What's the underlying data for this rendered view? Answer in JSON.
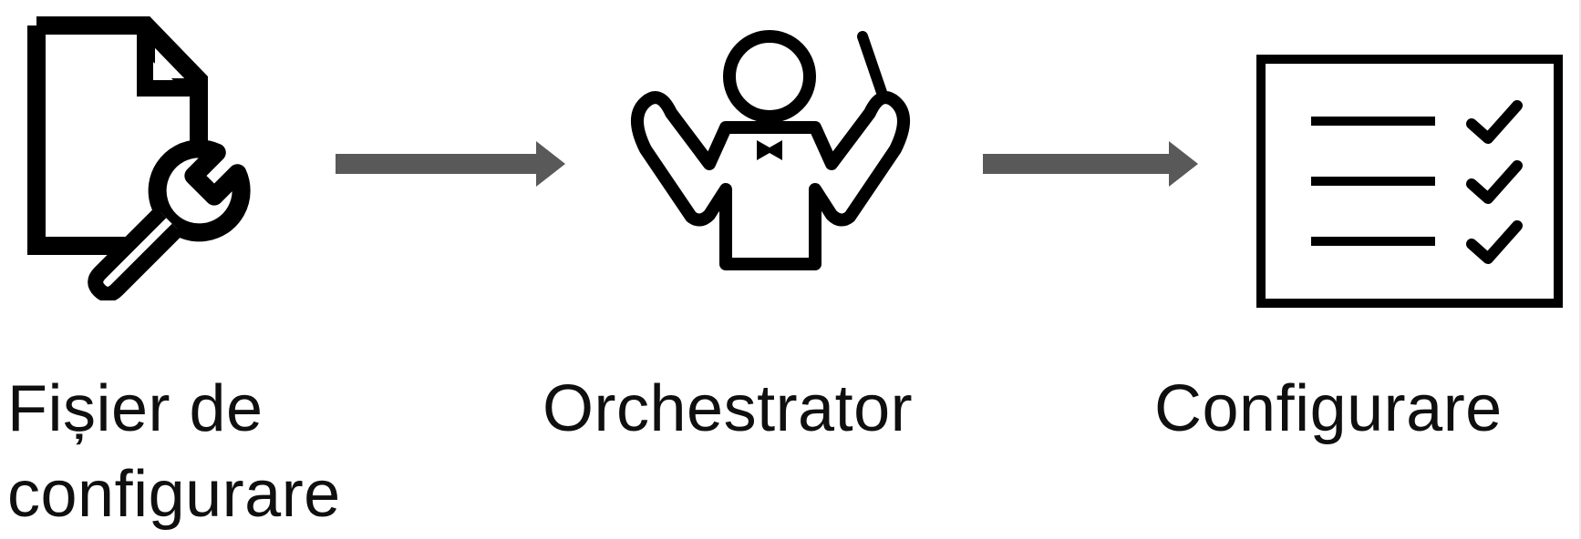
{
  "diagram": {
    "nodes": [
      {
        "id": "config-file",
        "label_lines": [
          "Fișier de",
          "configurare"
        ],
        "icon": "file-wrench-icon"
      },
      {
        "id": "orchestrator",
        "label_lines": [
          "Orchestrator"
        ],
        "icon": "conductor-icon"
      },
      {
        "id": "configuration",
        "label_lines": [
          "Configurare"
        ],
        "icon": "checklist-icon"
      }
    ],
    "edges": [
      {
        "from": "config-file",
        "to": "orchestrator"
      },
      {
        "from": "orchestrator",
        "to": "configuration"
      }
    ],
    "colors": {
      "icon": "#000000",
      "arrow": "#595959",
      "text": "#0f0f0f"
    }
  }
}
